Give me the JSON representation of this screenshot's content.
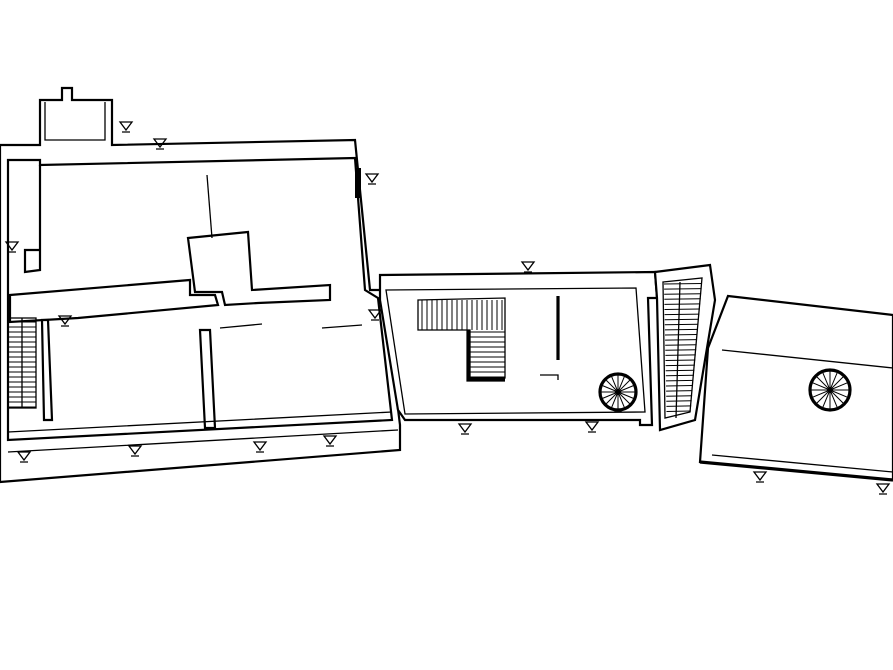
{
  "drawing": {
    "line_color": "#000000",
    "background": "#ffffff",
    "blocks": [
      "main-house",
      "middle-wing",
      "right-pavilion"
    ],
    "stair_icons": [
      "straight-stair-icon",
      "spiral-stair-icon"
    ],
    "opening_marker_icon": "window-marker-icon"
  }
}
